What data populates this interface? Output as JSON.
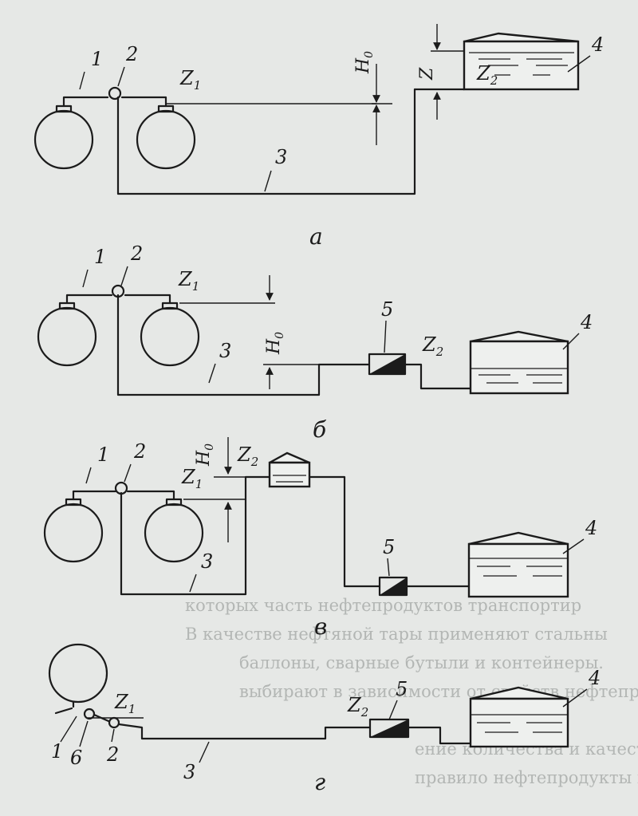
{
  "labels": {
    "n1": "1",
    "n2": "2",
    "n3": "3",
    "n4": "4",
    "n5": "5",
    "n6": "6",
    "z1": "Z",
    "z1_sub": "1",
    "z2": "Z",
    "z2_sub": "2",
    "z": "Z",
    "h0": "H",
    "h0_sub": "0"
  },
  "captions": {
    "a": "а",
    "b": "б",
    "v": "в",
    "g": "г"
  },
  "background_text": {
    "line1": "которых часть нефтепродуктов транспортир",
    "line2": "В качестве нефтяной тары применяют стальны",
    "line3": "баллоны, сварные бутыли и контейнеры.",
    "line4": "выбирают в зависимости от свойств нефтепрод",
    "line5": "ение количества и качества нефтепродукта",
    "line6": "правило нефтепродукты в таре отгружают"
  }
}
